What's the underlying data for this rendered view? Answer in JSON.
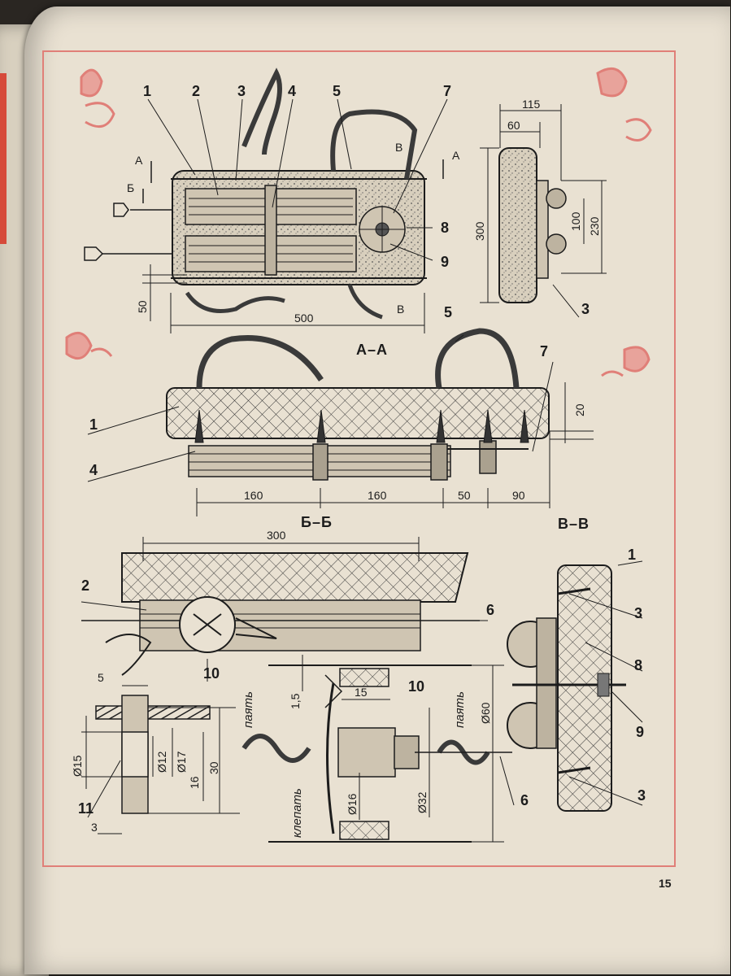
{
  "page_number": "15",
  "section_labels": [
    "А–А",
    "Б–Б",
    "В–В"
  ],
  "cut_letters": [
    "А",
    "А",
    "Б",
    "В",
    "В"
  ],
  "part_numbers": [
    "1",
    "2",
    "3",
    "4",
    "5",
    "7",
    "8",
    "9",
    "3",
    "5",
    "7",
    "1",
    "4",
    "2",
    "6",
    "10",
    "1",
    "3",
    "8",
    "9",
    "3",
    "10",
    "11",
    "6"
  ],
  "dimensions": {
    "top_view": [
      "500",
      "50"
    ],
    "side_view": [
      "115",
      "60",
      "300",
      "100",
      "230"
    ],
    "section_aa": [
      "160",
      "160",
      "50",
      "90",
      "20"
    ],
    "section_bb": [
      "300"
    ],
    "detail_11": [
      "5",
      "Ø15",
      "Ø12",
      "Ø17",
      "16",
      "30",
      "3"
    ],
    "detail_10": [
      "1,5",
      "15",
      "Ø60",
      "Ø16",
      "Ø32"
    ]
  },
  "notes": {
    "solder_1": "паять",
    "solder_2": "паять",
    "rivet": "клепать"
  },
  "colors": {
    "paper": "#e9e1d2",
    "frame": "#e07f78",
    "ink": "#1c1c1c",
    "hatch": "#3a3a3a"
  }
}
